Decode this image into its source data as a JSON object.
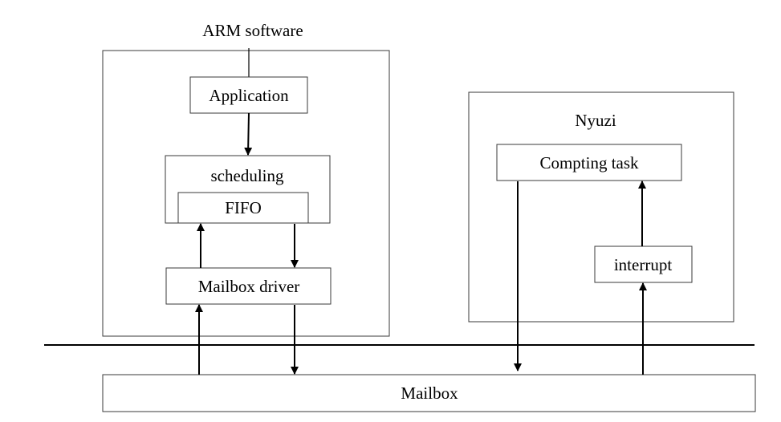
{
  "arm": {
    "title": "ARM software",
    "application": "Application",
    "scheduling": "scheduling",
    "fifo": "FIFO",
    "mailbox_driver": "Mailbox driver"
  },
  "nyuzi": {
    "title": "Nyuzi",
    "computing_task": "Compting task",
    "interrupt": "interrupt"
  },
  "mailbox": {
    "label": "Mailbox"
  }
}
